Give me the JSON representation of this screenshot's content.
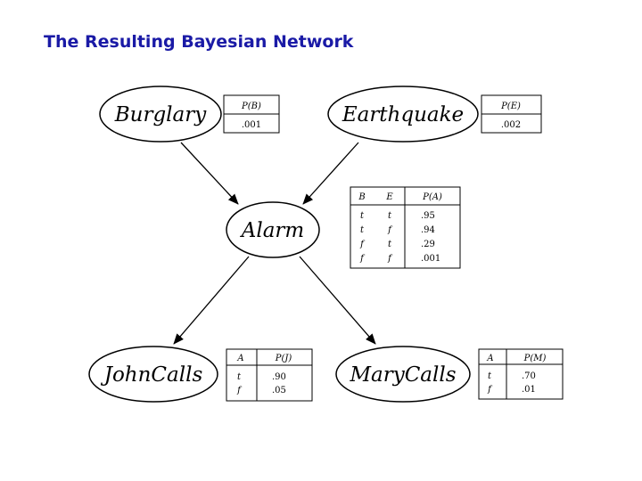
{
  "title": "The Resulting Bayesian Network",
  "nodes": {
    "burglary": "Burglary",
    "earthquake": "Earthquake",
    "alarm": "Alarm",
    "john": "JohnCalls",
    "mary": "MaryCalls"
  },
  "cpt": {
    "burglary": {
      "header": "P(B)",
      "value": ".001"
    },
    "earthquake": {
      "header": "P(E)",
      "value": ".002"
    },
    "alarm": {
      "headers": [
        "B",
        "E",
        "P(A)"
      ],
      "rows": [
        [
          "t",
          "t",
          ".95"
        ],
        [
          "t",
          "f",
          ".94"
        ],
        [
          "f",
          "t",
          ".29"
        ],
        [
          "f",
          "f",
          ".001"
        ]
      ]
    },
    "john": {
      "headers": [
        "A",
        "P(J)"
      ],
      "rows": [
        [
          "t",
          ".90"
        ],
        [
          "f",
          ".05"
        ]
      ]
    },
    "mary": {
      "headers": [
        "A",
        "P(M)"
      ],
      "rows": [
        [
          "t",
          ".70"
        ],
        [
          "f",
          ".01"
        ]
      ]
    }
  },
  "colors": {
    "title": "#1a1aa6",
    "stroke": "#000000"
  }
}
